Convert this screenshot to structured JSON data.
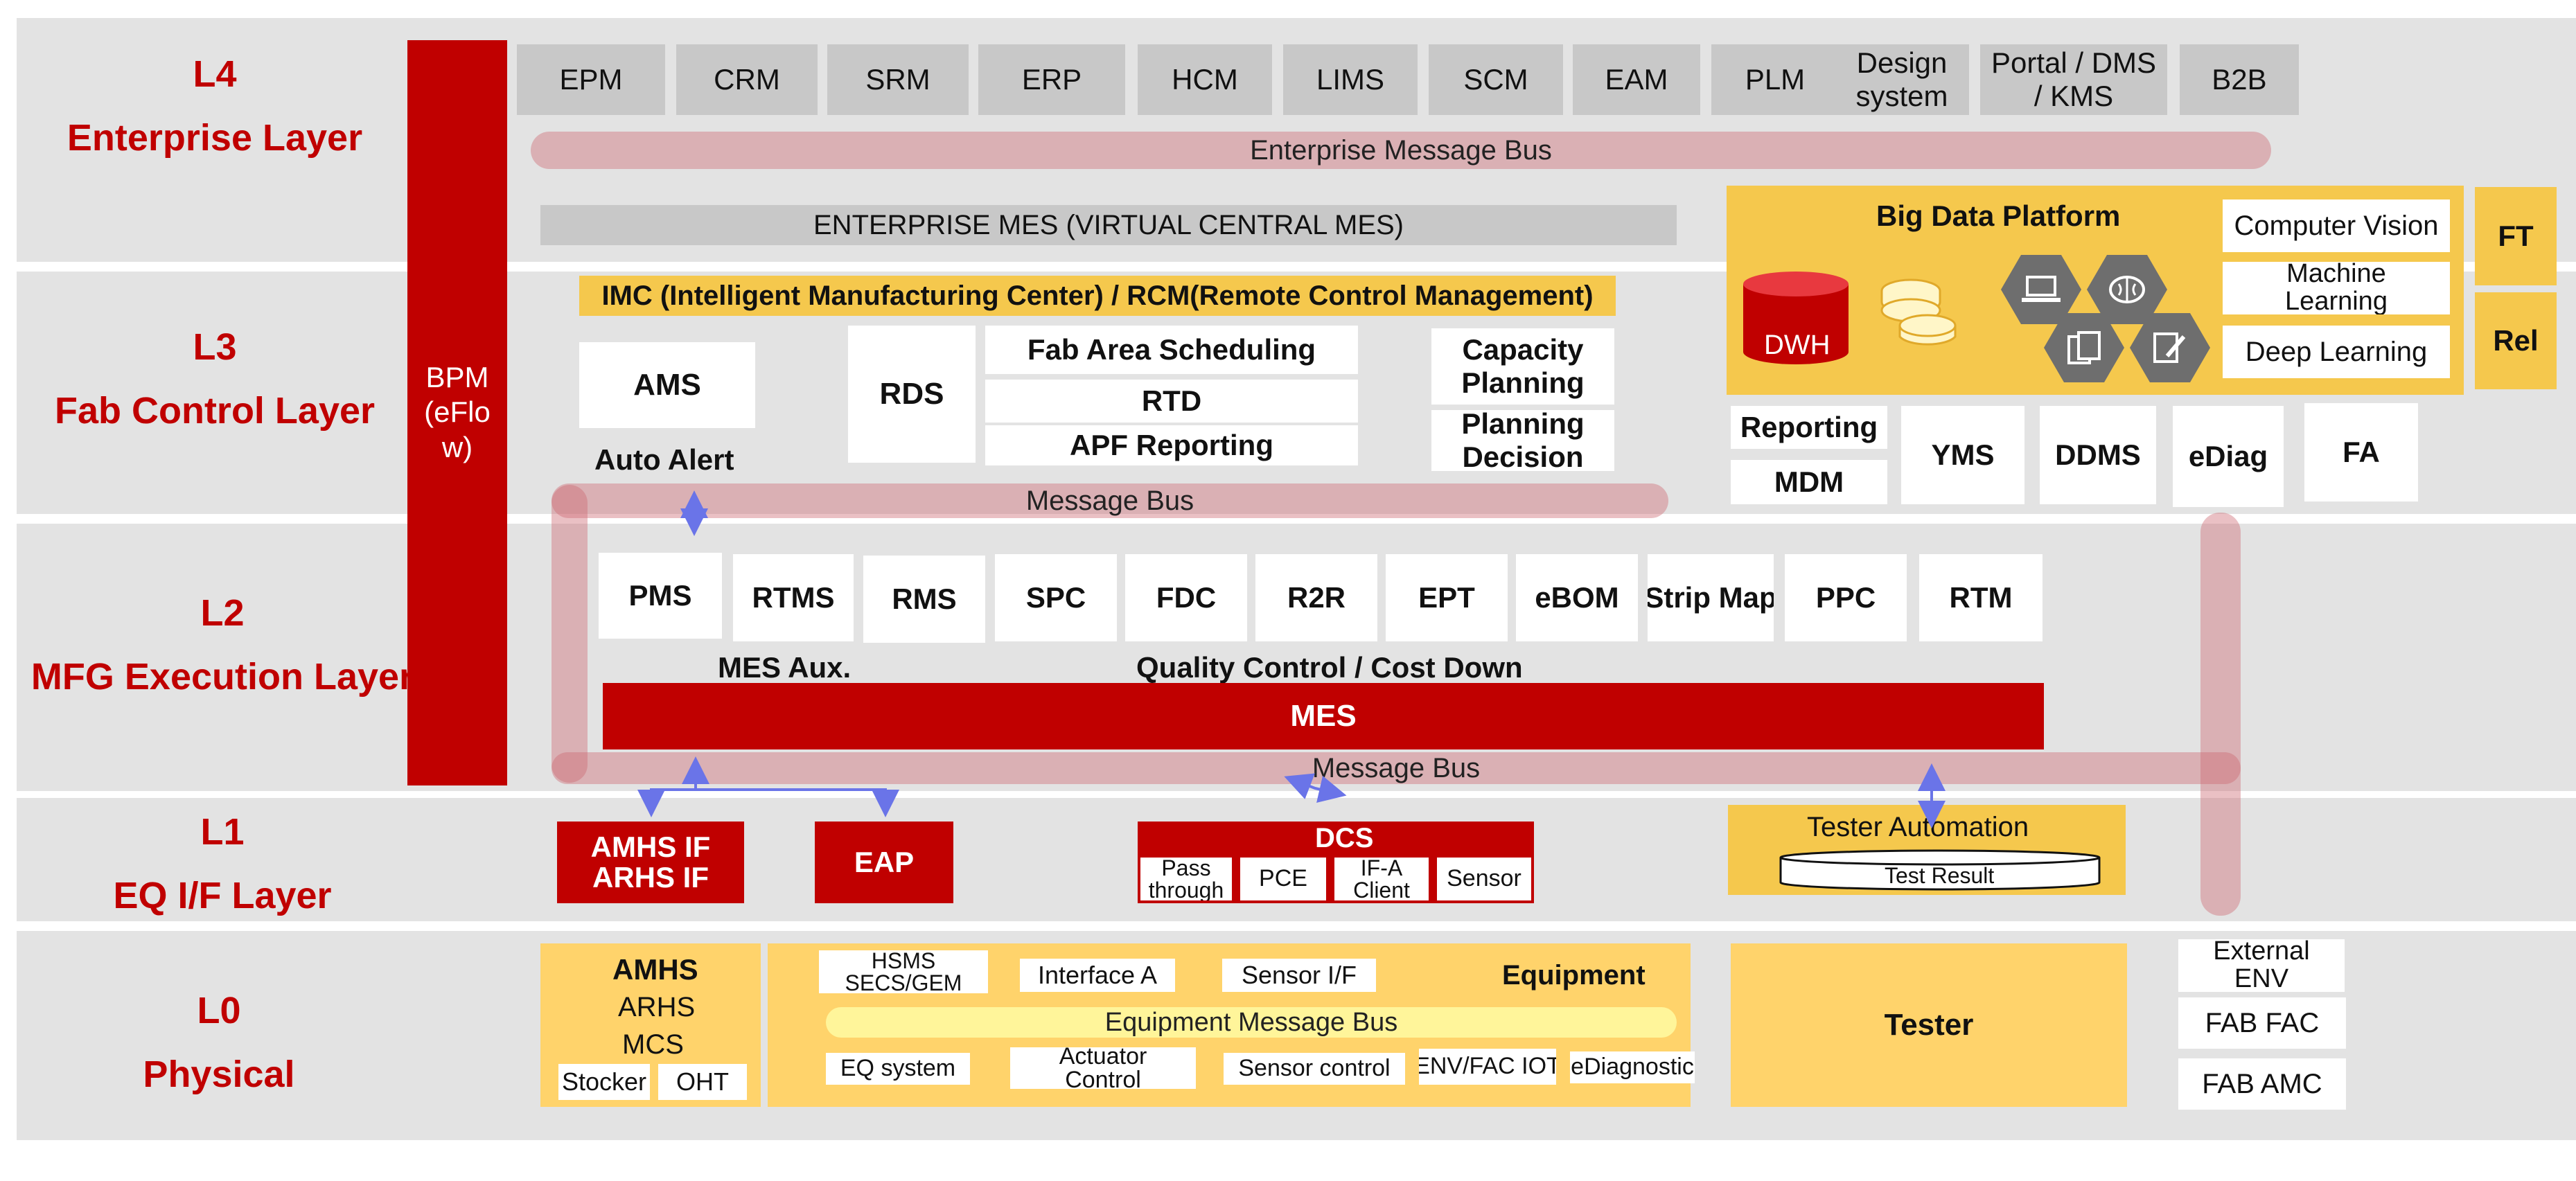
{
  "colors": {
    "brand_red": "#c00000",
    "band_gray": "#e3e3e3",
    "app_gray": "#c8c8c8",
    "gold": "#f5c84d",
    "light_gold": "#ffd36b",
    "bus_pink": "#d9949a",
    "equipment_bus": "#fff59a",
    "arrow_blue": "#6a74e8"
  },
  "layers": [
    {
      "level": "L4",
      "name": "Enterprise Layer"
    },
    {
      "level": "L3",
      "name": "Fab Control Layer"
    },
    {
      "level": "L2",
      "name": "MFG Execution Layer"
    },
    {
      "level": "L1",
      "name": "EQ I/F Layer"
    },
    {
      "level": "L0",
      "name": "Physical"
    }
  ],
  "bpm": {
    "line1": "BPM",
    "line2": "(eFlo",
    "line3": "w)"
  },
  "l4": {
    "apps": [
      "EPM",
      "CRM",
      "SRM",
      "ERP",
      "HCM",
      "LIMS",
      "SCM",
      "EAM",
      "PLM"
    ],
    "design_system": {
      "line1": "Design",
      "line2": "system"
    },
    "portal": {
      "line1": "Portal / DMS",
      "line2": "/ KMS"
    },
    "b2b": "B2B",
    "bus": "Enterprise Message Bus"
  },
  "l3": {
    "enterprise_mes": "ENTERPRISE MES (VIRTUAL CENTRAL MES)",
    "imc": "IMC (Intelligent Manufacturing Center) / RCM(Remote Control Management)",
    "ams": "AMS",
    "auto_alert": "Auto Alert",
    "rds": "RDS",
    "fab_area": "Fab Area Scheduling",
    "rtd": "RTD",
    "apf": "APF Reporting",
    "capacity": {
      "line1": "Capacity",
      "line2": "Planning"
    },
    "planning": {
      "line1": "Planning",
      "line2": "Decision"
    },
    "big_data": {
      "title": "Big Data Platform",
      "dwh": "DWH",
      "computer_vision": "Computer Vision",
      "ml": {
        "line1": "Machine",
        "line2": "Learning"
      },
      "deep_learning": "Deep Learning"
    },
    "ft": "FT",
    "rel": "Rel",
    "reporting": "Reporting",
    "mdm": "MDM",
    "yms": "YMS",
    "ddms": "DDMS",
    "ediag": "eDiag",
    "fa": "FA",
    "bus": "Message Bus"
  },
  "l2": {
    "apps": [
      "PMS",
      "RTMS",
      "RMS",
      "SPC",
      "FDC",
      "R2R",
      "EPT",
      "eBOM",
      "Strip Map",
      "PPC",
      "RTM"
    ],
    "mes_aux": "MES Aux.",
    "quality": "Quality Control / Cost Down",
    "mes": "MES",
    "bus": "Message Bus"
  },
  "l1": {
    "amhs_if": {
      "line1": "AMHS IF",
      "line2": "ARHS IF"
    },
    "eap": "EAP",
    "dcs": {
      "title": "DCS",
      "pass": {
        "line1": "Pass",
        "line2": "through"
      },
      "pce": "PCE",
      "ifa": {
        "line1": "IF-A",
        "line2": "Client"
      },
      "sensor": "Sensor"
    },
    "tester_auto": "Tester Automation",
    "test_result": "Test Result"
  },
  "l0": {
    "amhs": "AMHS",
    "arhs": "ARHS",
    "mcs": "MCS",
    "stocker": "Stocker",
    "oht": "OHT",
    "hsms": {
      "line1": "HSMS",
      "line2": "SECS/GEM"
    },
    "interface_a": "Interface A",
    "sensor_if": "Sensor I/F",
    "equipment": "Equipment",
    "eq_bus": "Equipment Message Bus",
    "eq_system": "EQ system",
    "actuator": {
      "line1": "Actuator",
      "line2": "Control"
    },
    "sensor_control": "Sensor control",
    "env_fac": "ENV/FAC IOT",
    "ediagnostic": "eDiagnostic",
    "tester": "Tester",
    "external": {
      "line1": "External",
      "line2": "ENV"
    },
    "fab_fac": "FAB FAC",
    "fab_amc": "FAB AMC"
  }
}
